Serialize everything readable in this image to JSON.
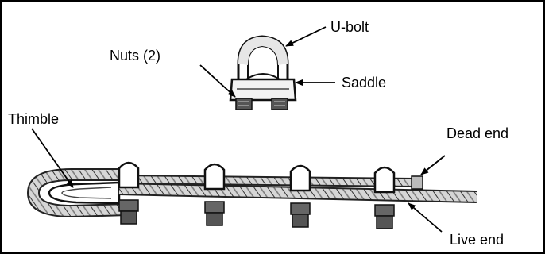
{
  "labels": {
    "u_bolt": "U-bolt",
    "nuts": "Nuts (2)",
    "saddle": "Saddle",
    "thimble": "Thimble",
    "dead_end": "Dead end",
    "live_end": "Live end"
  },
  "colors": {
    "border": "#000000",
    "rope_fill": "#cfcfcf",
    "rope_stroke": "#222222",
    "clip_fill": "#ffffff"
  }
}
